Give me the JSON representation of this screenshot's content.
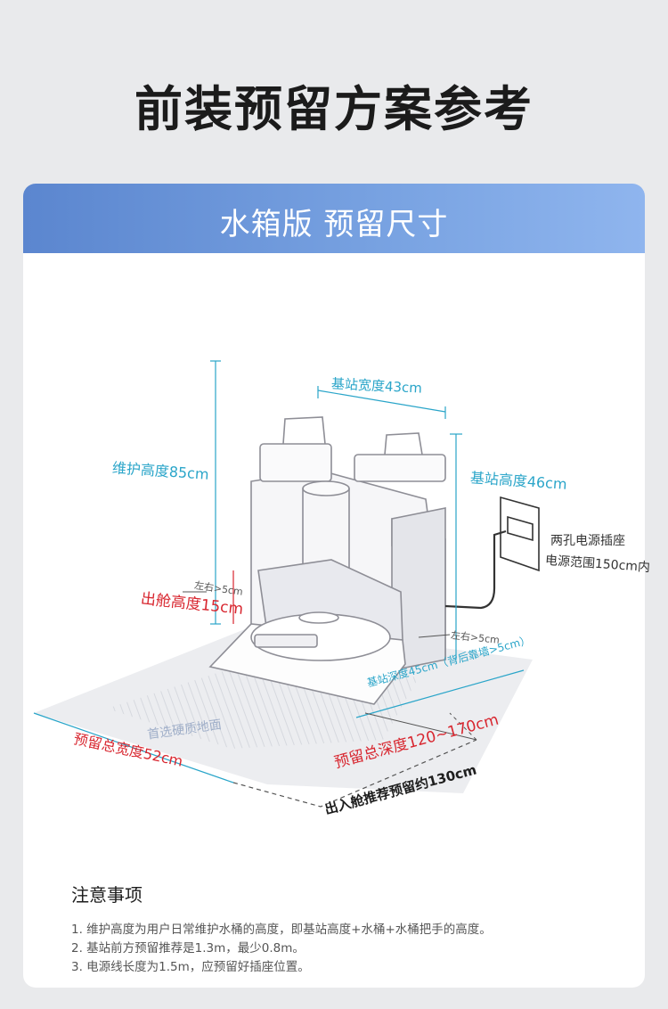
{
  "page_title": "前装预留方案参考",
  "card_title": "水箱版  预留尺寸",
  "labels": {
    "base_width": "基站宽度43cm",
    "maintenance_height": "维护高度85cm",
    "base_height": "基站高度46cm",
    "socket_line1": "两孔电源插座",
    "socket_line2": "电源范围150cm内",
    "side_gap_left": "左右>5cm",
    "exit_height": "出舱高度15cm",
    "side_gap_right": "左右>5cm",
    "base_depth": "基站深度45cm（背后靠墙>5cm）",
    "floor_label": "首选硬质地面",
    "total_depth": "预留总深度120~170cm",
    "total_width": "预留总宽度52cm",
    "exit_recommend": "出入舱推荐预留约130cm"
  },
  "notes": {
    "heading": "注意事项",
    "items": [
      "1. 维护高度为用户日常维护水桶的高度，即基站高度+水桶+水桶把手的高度。",
      "2. 基站前方预留推荐是1.3m，最少0.8m。",
      "3. 电源线长度为1.5m，应预留好插座位置。"
    ]
  },
  "colors": {
    "accent_blue": "#2aa5c9",
    "accent_red": "#d8262f",
    "header_blue": "#6b95d8"
  }
}
